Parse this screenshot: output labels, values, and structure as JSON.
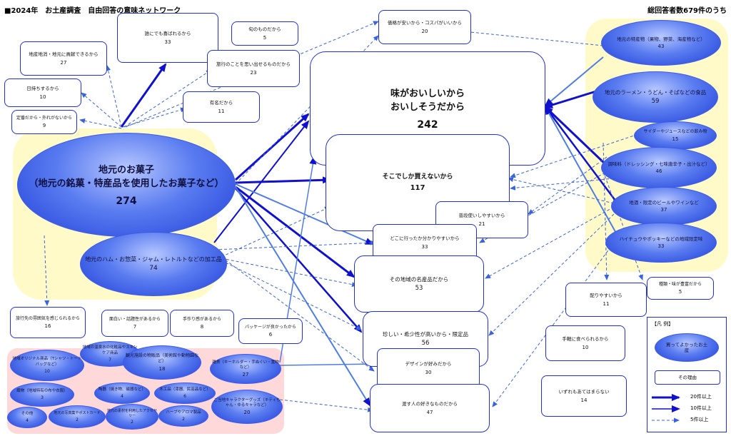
{
  "header": {
    "title": "■2024年　お土産調査　自由回答の意味ネットワーク",
    "total": "総回答者数679件のうち"
  },
  "nodes": {
    "okashi": {
      "label_1": "地元のお菓子",
      "label_2": "（地元の銘菓・特産品を使用したお菓子など）",
      "count": "274"
    },
    "kakou": {
      "label": "地元のハム・お惣菜・ジャム・レトルトなどの加工品",
      "count": "74"
    },
    "tokusan": {
      "label": "地元の特産物（果物、野菜、海産物など）",
      "count": "43"
    },
    "ramen": {
      "label": "地元のラーメン・うどん・そばなどの食品",
      "count": "59"
    },
    "cider": {
      "label": "サイダーやジュースなどの飲み物",
      "count": "15"
    },
    "choumi": {
      "label": "調味料（ドレッシング・七味唐辛子・出汁など）",
      "count": "46"
    },
    "beer": {
      "label": "地酒・限定のビールやワインなど",
      "count": "37"
    },
    "hichu": {
      "label": "ハイチュウやポッキーなどの地域限定味",
      "count": "33"
    },
    "oishii": {
      "label_1": "味がおいしいから",
      "label_2": "おいしそうだから",
      "count": "242"
    },
    "sokodake": {
      "label": "そこでしか買えないから",
      "count": "117"
    },
    "fudan": {
      "label": "普段使いしやすいから",
      "count": "21"
    },
    "dokoni": {
      "label": "どこに行ったか分かりやすいから",
      "count": "33"
    },
    "meisan": {
      "label": "その地域の名産品だから",
      "count": "53"
    },
    "mezurashii": {
      "label": "珍しい・希少性が高いから・限定品",
      "count": "56"
    },
    "design": {
      "label": "デザインが好みだから",
      "count": "30"
    },
    "watasu": {
      "label": "渡す人の好きなものだから",
      "count": "47"
    },
    "kakaku": {
      "label": "価格が安いから・コスパがいいから",
      "count": "20"
    },
    "dareni": {
      "label": "誰にでも喜ばれるから",
      "count": "33"
    },
    "shun": {
      "label": "旬のものだから",
      "count": "5"
    },
    "chisan": {
      "label": "地産地消・地元に貢献できるから",
      "count": "27"
    },
    "ryokou": {
      "label": "旅行のことを思い出せるものだから",
      "count": "23"
    },
    "himochi": {
      "label": "日持ちするから",
      "count": "10"
    },
    "yumei": {
      "label": "有名だから",
      "count": "11"
    },
    "teiban": {
      "label": "定番だから・外れがないから",
      "count": "9"
    },
    "fun_iki": {
      "label": "旅行先の雰囲気を感じられるから",
      "count": "16"
    },
    "omoshiroi": {
      "label": "面白い・話題性があるから",
      "count": "7"
    },
    "tezukuri": {
      "label": "手作り感があるから",
      "count": "8"
    },
    "package": {
      "label": "パッケージが良かったから",
      "count": "6"
    },
    "kubari": {
      "label": "配りやすいから",
      "count": "11"
    },
    "shurui": {
      "label": "種類・味が豊富だから",
      "count": "5"
    },
    "tegaru": {
      "label": "手軽に食べられるから",
      "count": "10"
    },
    "izure": {
      "label": "いずれもあてはまらない",
      "count": "14"
    },
    "original": {
      "label": "地域オリジナル商品（Tシャツ・トートバッグなど）",
      "count": "10"
    },
    "keshou": {
      "label": "地域の温泉水の化粧品やスキンケア商品",
      "count": "7"
    },
    "kankou": {
      "label": "観光施設の物販品（美術館や動物園など）",
      "count": "18"
    },
    "zakka": {
      "label": "雑貨（キーホルダー・手ぬぐい・置物など）",
      "count": "27"
    },
    "orimono": {
      "label": "織物（地域特有の布や衣服）",
      "count": "3"
    },
    "tokiki": {
      "label": "陶器（焼き物、磁器など）",
      "count": "4"
    },
    "mokkou": {
      "label": "木工品（漆器、民芸品など）",
      "count": "6"
    },
    "chara": {
      "label": "ご当地キャラクターグッズ（キティちゃん・ゆるキャラなど）",
      "count": "20"
    },
    "sonota": {
      "label": "その他",
      "count": "4"
    },
    "shashin": {
      "label": "地元の写真集やポストカード",
      "count": "2"
    },
    "sozai": {
      "label": "地元の素材を利用したアクセサリー",
      "count": "2"
    },
    "herb": {
      "label": "ハーブやアロマ製品",
      "count": "2"
    }
  },
  "legend": {
    "title": "【凡 例】",
    "node_label": "買ってよかったお土産",
    "reason_label": "その理由",
    "line_20": "20件以上",
    "line_10": "10件以上",
    "line_5": "5件以上"
  },
  "colors": {
    "edge": "#1010d0",
    "edge_light": "#4f7de6",
    "dashed": "#3a63e0",
    "yellow": "#fffac8",
    "pink": "#ffd6d6"
  }
}
